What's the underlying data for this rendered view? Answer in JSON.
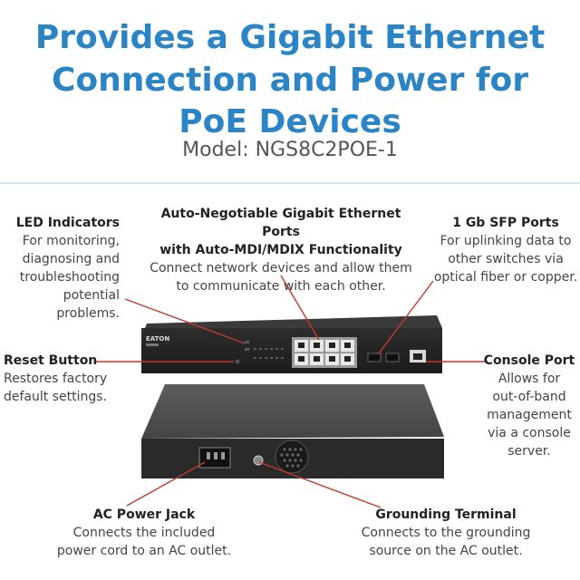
{
  "header": {
    "title_lines": [
      "Provides a Gigabit Ethernet",
      "Connection and Power for",
      "PoE Devices"
    ],
    "model": "Model: NGS8C2POE-1"
  },
  "brand": {
    "logo_text": "EATON",
    "accent": "#2b84c6"
  },
  "callouts": {
    "led": {
      "title": "LED Indicators",
      "lines": [
        "For monitoring,",
        "diagnosing and",
        "troubleshooting",
        "potential problems."
      ]
    },
    "ports": {
      "title_lines": [
        "Auto-Negotiable Gigabit Ethernet Ports",
        "with Auto-MDI/MDIX Functionality"
      ],
      "lines": [
        "Connect network devices and allow them",
        "to communicate with each other."
      ]
    },
    "sfp": {
      "title": "1 Gb SFP Ports",
      "lines": [
        "For uplinking data to",
        "other switches via",
        "optical fiber or copper."
      ]
    },
    "reset": {
      "title": "Reset Button",
      "lines": [
        "Restores factory",
        "default settings."
      ]
    },
    "console": {
      "title": "Console Port",
      "lines": [
        "Allows for",
        "out-of-band",
        "management",
        "via a console",
        "server."
      ]
    },
    "ac": {
      "title": "AC Power Jack",
      "lines": [
        "Connects the included",
        "power cord to an AC outlet."
      ]
    },
    "ground": {
      "title": "Grounding Terminal",
      "lines": [
        "Connects to the grounding",
        "source on the AC outlet."
      ]
    }
  }
}
